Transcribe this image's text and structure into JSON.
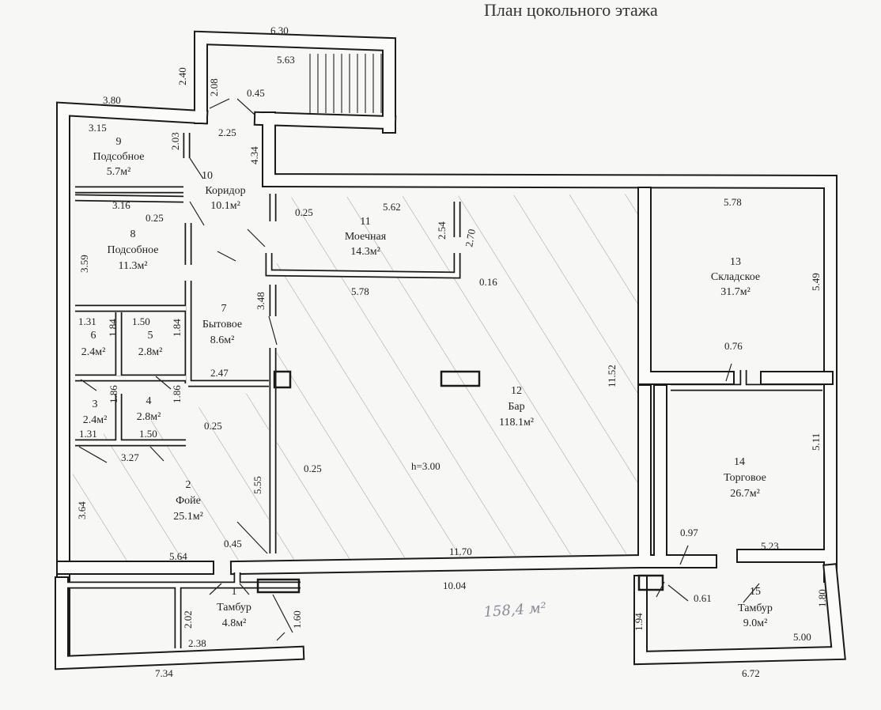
{
  "title": "План цокольного этажа",
  "ceiling_height": "h=3.00",
  "total_area_handwritten": "158,4 м²",
  "rooms": [
    {
      "number": "1",
      "name": "Тамбур",
      "area": "4.8м²"
    },
    {
      "number": "2",
      "name": "Фойе",
      "area": "25.1м²"
    },
    {
      "number": "3",
      "name": "",
      "area": "2.4м²"
    },
    {
      "number": "4",
      "name": "",
      "area": "2.8м²"
    },
    {
      "number": "5",
      "name": "",
      "area": "2.8м²"
    },
    {
      "number": "6",
      "name": "",
      "area": "2.4м²"
    },
    {
      "number": "7",
      "name": "Бытовое",
      "area": "8.6м²"
    },
    {
      "number": "8",
      "name": "Подсобное",
      "area": "11.3м²"
    },
    {
      "number": "9",
      "name": "Подсобное",
      "area": "5.7м²"
    },
    {
      "number": "10",
      "name": "Коридор",
      "area": "10.1м²"
    },
    {
      "number": "11",
      "name": "Моечная",
      "area": "14.3м²"
    },
    {
      "number": "12",
      "name": "Бар",
      "area": "118.1м²"
    },
    {
      "number": "13",
      "name": "Складское",
      "area": "31.7м²"
    },
    {
      "number": "14",
      "name": "Торговое",
      "area": "26.7м²"
    },
    {
      "number": "15",
      "name": "Тамбур",
      "area": "9.0м²"
    }
  ],
  "dimensions": {
    "stair_outer_width": "6.30",
    "stair_inner_width": "5.63",
    "stair_outer_height": "2.40",
    "stair_inner_height": "2.08",
    "top_left_wall": "3.80",
    "door_stair": "0.45",
    "room9_width": "3.15",
    "room9_height": "2.03",
    "corridor_width": "2.25",
    "corridor_height": "4.34",
    "room8_width": "3.16",
    "room8_wall": "0.25",
    "room8_height": "3.59",
    "room11_wall": "0.25",
    "room11_width": "5.62",
    "room11_height_a": "2.54",
    "room11_height_b": "2.70",
    "room11_partition": "0.16",
    "bar_top": "5.78",
    "room7_height": "3.48",
    "room13_width": "5.78",
    "room13_height": "5.49",
    "door_13_14": "0.76",
    "bar_height": "11.52",
    "room6_w": "1.31",
    "room6_h": "1.84",
    "room5_w": "1.50",
    "room5_h": "1.84",
    "room3_h": "1.86",
    "room4_h": "1.86",
    "room3_w": "1.31",
    "room4_w": "1.50",
    "room4_wall": "0.25",
    "room7_width": "2.47",
    "wc_block": "3.27",
    "foyer_partition": "0.25",
    "foyer_height": "3.64",
    "foyer_partition_len": "5.55",
    "room14_height": "5.11",
    "door_foyer": "0.45",
    "foyer_width": "5.64",
    "bar_bottom": "11.70",
    "room14_door": "0.97",
    "room14_width": "5.23",
    "outer_bottom": "10.04",
    "tambur1_h": "2.02",
    "tambur1_w": "2.38",
    "tambur1_door": "1.60",
    "lower_left": "7.34",
    "door_15": "0.61",
    "tambur15_h": "1.94",
    "tambur15_h2": "1.80",
    "tambur15_w": "5.00",
    "lower_right": "6.72"
  }
}
